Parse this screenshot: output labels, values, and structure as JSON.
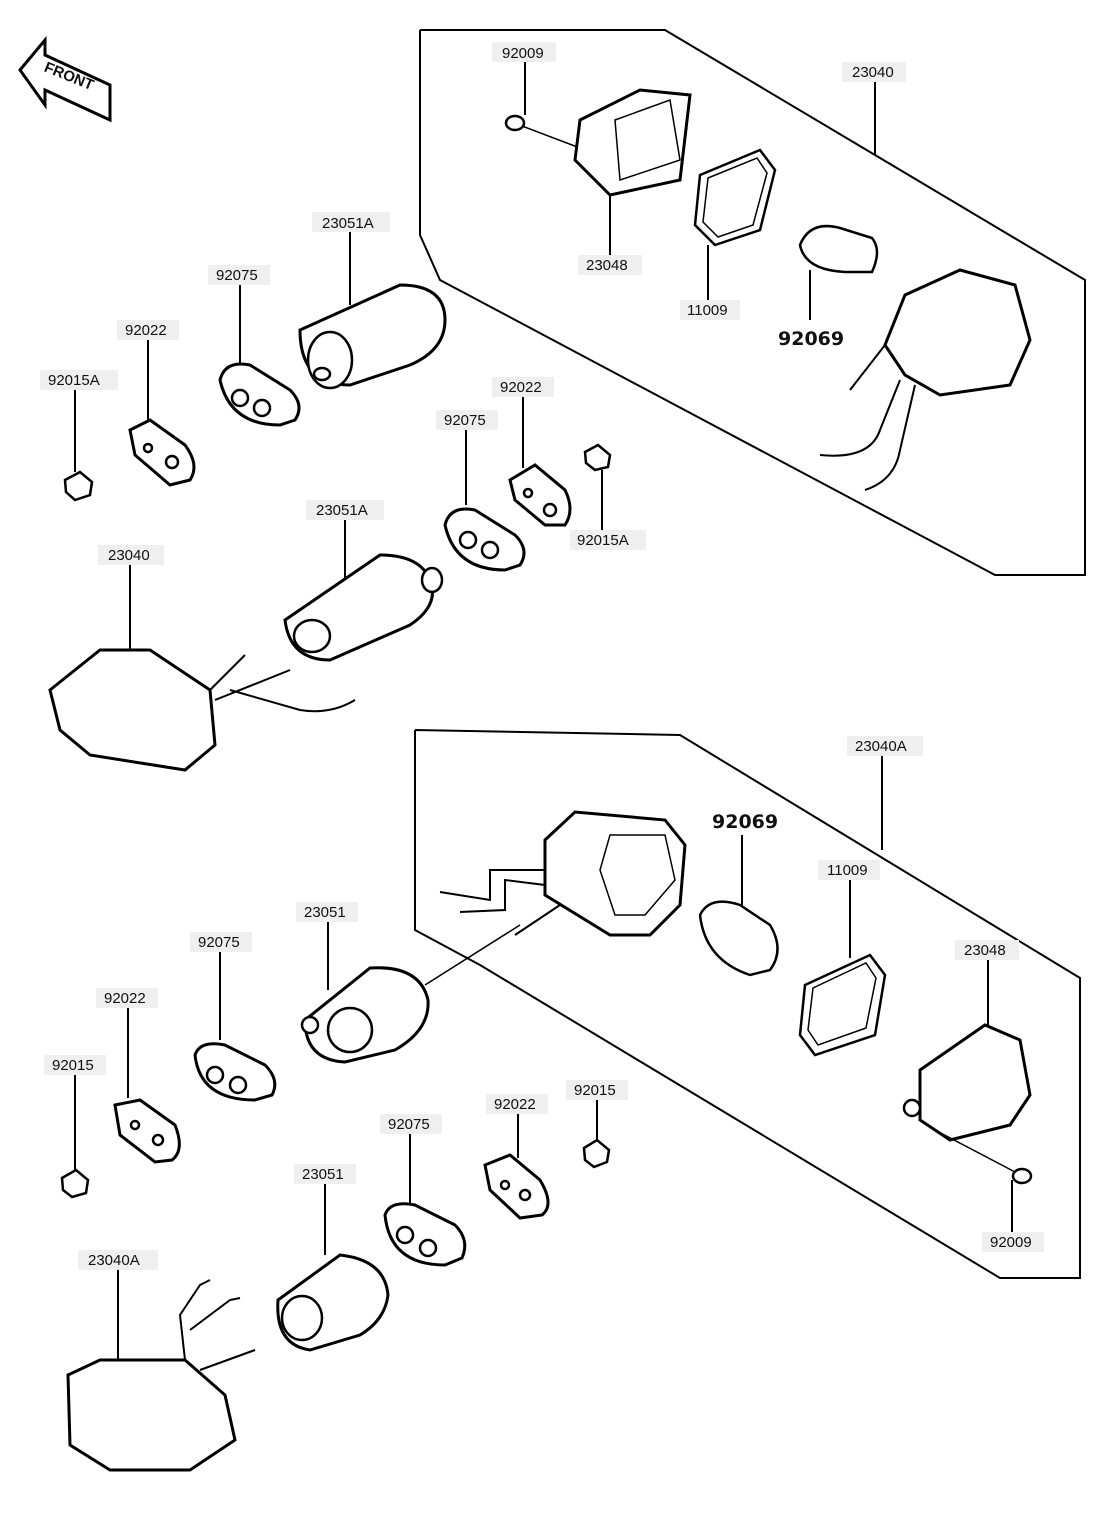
{
  "front_label": "FRONT",
  "callouts": {
    "p92009_top": "92009",
    "p23040_top": "23040",
    "p23048_top": "23048",
    "p11009_top": "11009",
    "p92069_top": "92069",
    "p23051A_upper": "23051A",
    "p92075_upper_left": "92075",
    "p92022_upper_left": "92022",
    "p92015A_left": "92015A",
    "p92022_upper_mid": "92022",
    "p92075_upper_mid": "92075",
    "p92015A_mid": "92015A",
    "p23051A_mid": "23051A",
    "p23040_left": "23040",
    "p23040A_right": "23040A",
    "p92069_lower": "92069",
    "p11009_lower": "11009",
    "p23048_lower": "23048",
    "p92009_lower": "92009",
    "p23051_lower_top": "23051",
    "p92075_lower_left": "92075",
    "p92022_lower_left": "92022",
    "p92015_lower_left": "92015",
    "p92015_lower_mid": "92015",
    "p92022_lower_mid": "92022",
    "p92075_lower_mid": "92075",
    "p23051_lower_bottom": "23051",
    "p23040A_left": "23040A"
  }
}
